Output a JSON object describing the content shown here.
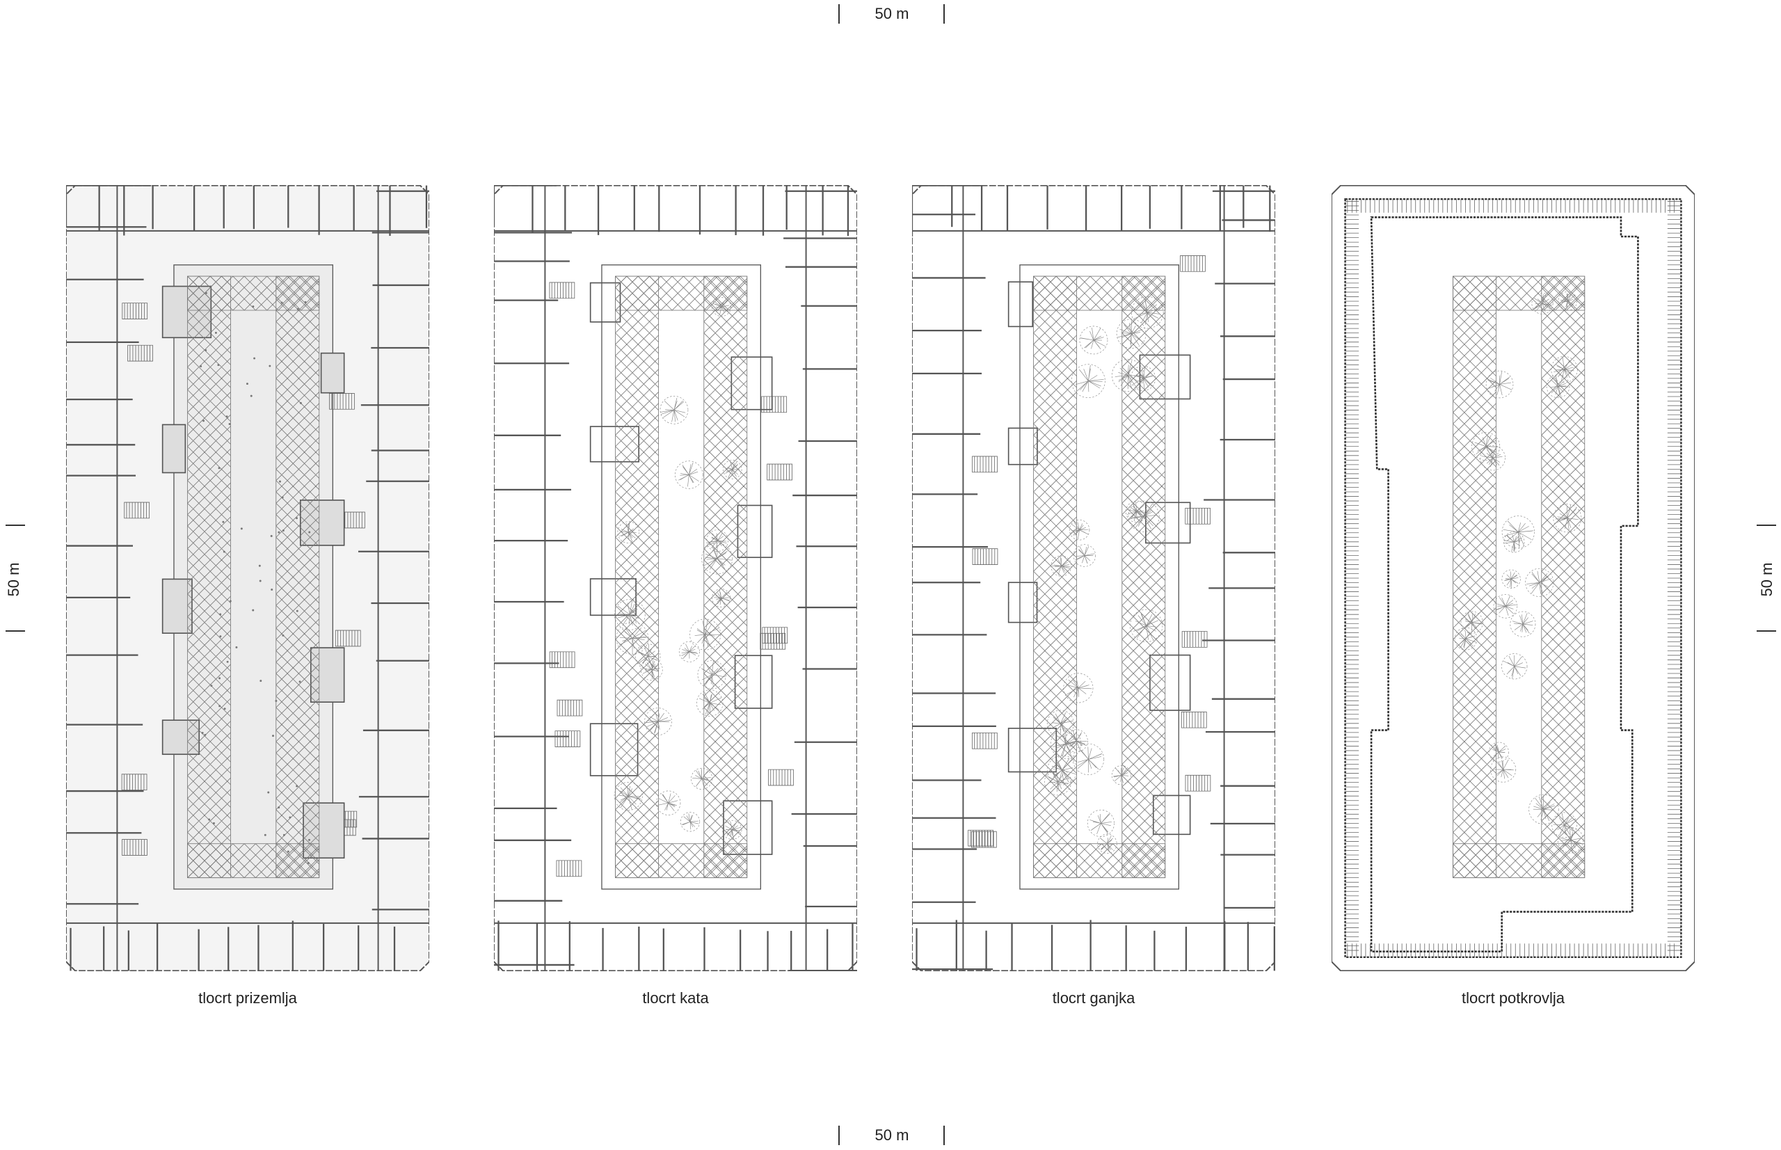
{
  "scale_bars": {
    "top": "50 m",
    "bottom": "50 m",
    "left": "50 m",
    "right": "50 m"
  },
  "plans": [
    {
      "label": "tlocrt prizemlja",
      "variant": "ground"
    },
    {
      "label": "tlocrt kata",
      "variant": "floor"
    },
    {
      "label": "tlocrt ganjka",
      "variant": "gallery"
    },
    {
      "label": "tlocrt potkrovlja",
      "variant": "roof"
    }
  ],
  "colors": {
    "line": "#555555",
    "fill_ground": "#e6e6e6",
    "light": "#aaaaaa"
  }
}
